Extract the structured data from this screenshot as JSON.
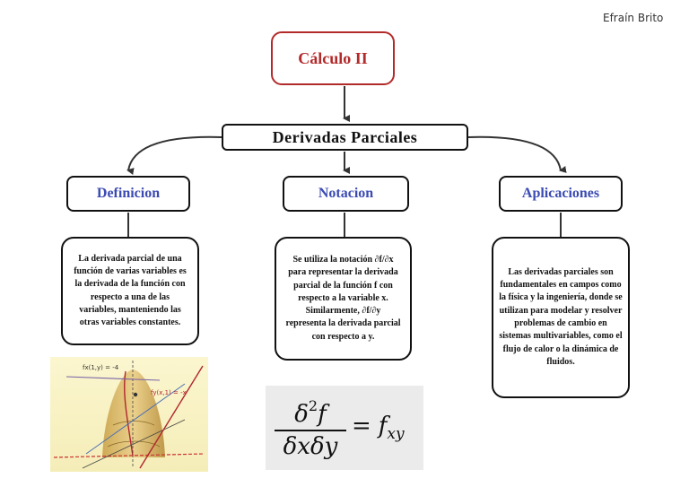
{
  "author": "Efraín Brito",
  "root": {
    "label": "Cálculo II"
  },
  "main": {
    "label": "Derivadas Parciales"
  },
  "branches": [
    {
      "title": "Definicion",
      "text": "La derivada parcial de una función de varias variables es la derivada de la función con respecto a una de las variables, manteniendo las otras variables constantes."
    },
    {
      "title": "Notacion",
      "text": "Se utiliza la notación ∂f/∂x para representar la derivada parcial de la función f con respecto a la variable x. Similarmente, ∂f/∂y representa la derivada parcial con respecto a y."
    },
    {
      "title": "Aplicaciones",
      "text": "Las derivadas parciales son fundamentales en campos como la física y la ingeniería, donde se utilizan para modelar y resolver problemas de cambio en sistemas multivariables, como el flujo de calor o la dinámica de fluidos."
    }
  ],
  "graph": {
    "label_top": "fx(1,y) = -4",
    "label_right": "fy(x,1) = -x"
  },
  "formula": {
    "numerator": "δ",
    "numerator_exp": "2",
    "numerator_var": "f",
    "denominator": "δxδy",
    "equals": "=",
    "rhs": "f",
    "rhs_sub": "xy"
  },
  "colors": {
    "root": "#b32a2a",
    "category": "#3b4bb3",
    "line": "#111111"
  }
}
